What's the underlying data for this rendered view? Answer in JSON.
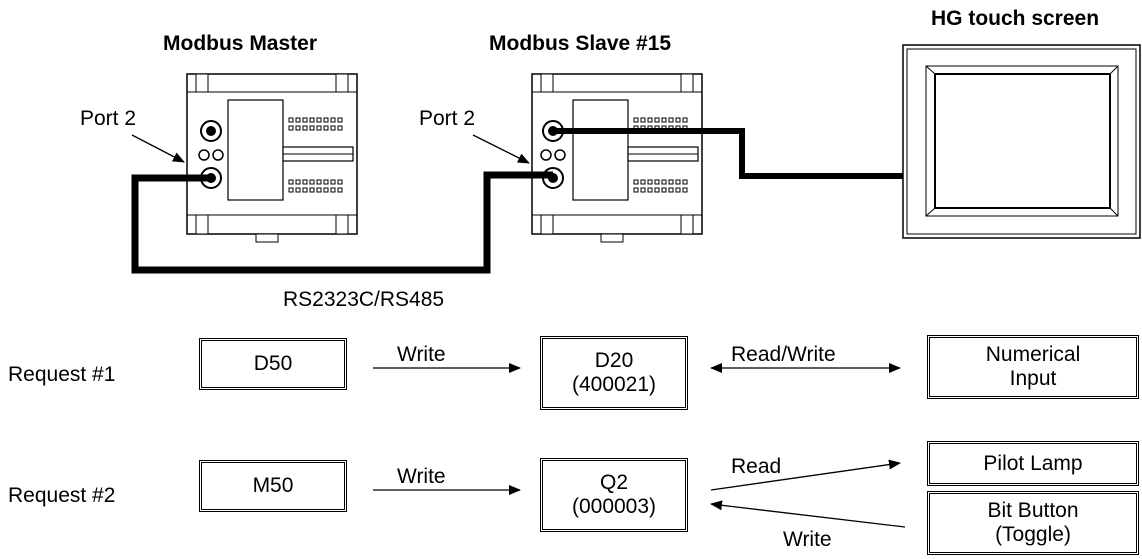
{
  "titles": {
    "master": "Modbus Master",
    "slave": "Modbus Slave #15",
    "hg": "HG touch screen"
  },
  "ports": {
    "master": "Port 2",
    "slave": "Port 2"
  },
  "cable_label": "RS2323C/RS485",
  "request1": {
    "label": "Request #1",
    "master_device": "D50",
    "write_label": "Write",
    "slave_device": "D20\n(400021)",
    "rw_label": "Read/Write",
    "hg_object": "Numerical\nInput"
  },
  "request2": {
    "label": "Request #2",
    "master_device": "M50",
    "write_label": "Write",
    "slave_device": "Q2\n(000003)",
    "read_label": "Read",
    "write_back_label": "Write",
    "hg_object_top": "Pilot Lamp",
    "hg_object_bottom": "Bit Button\n(Toggle)"
  }
}
